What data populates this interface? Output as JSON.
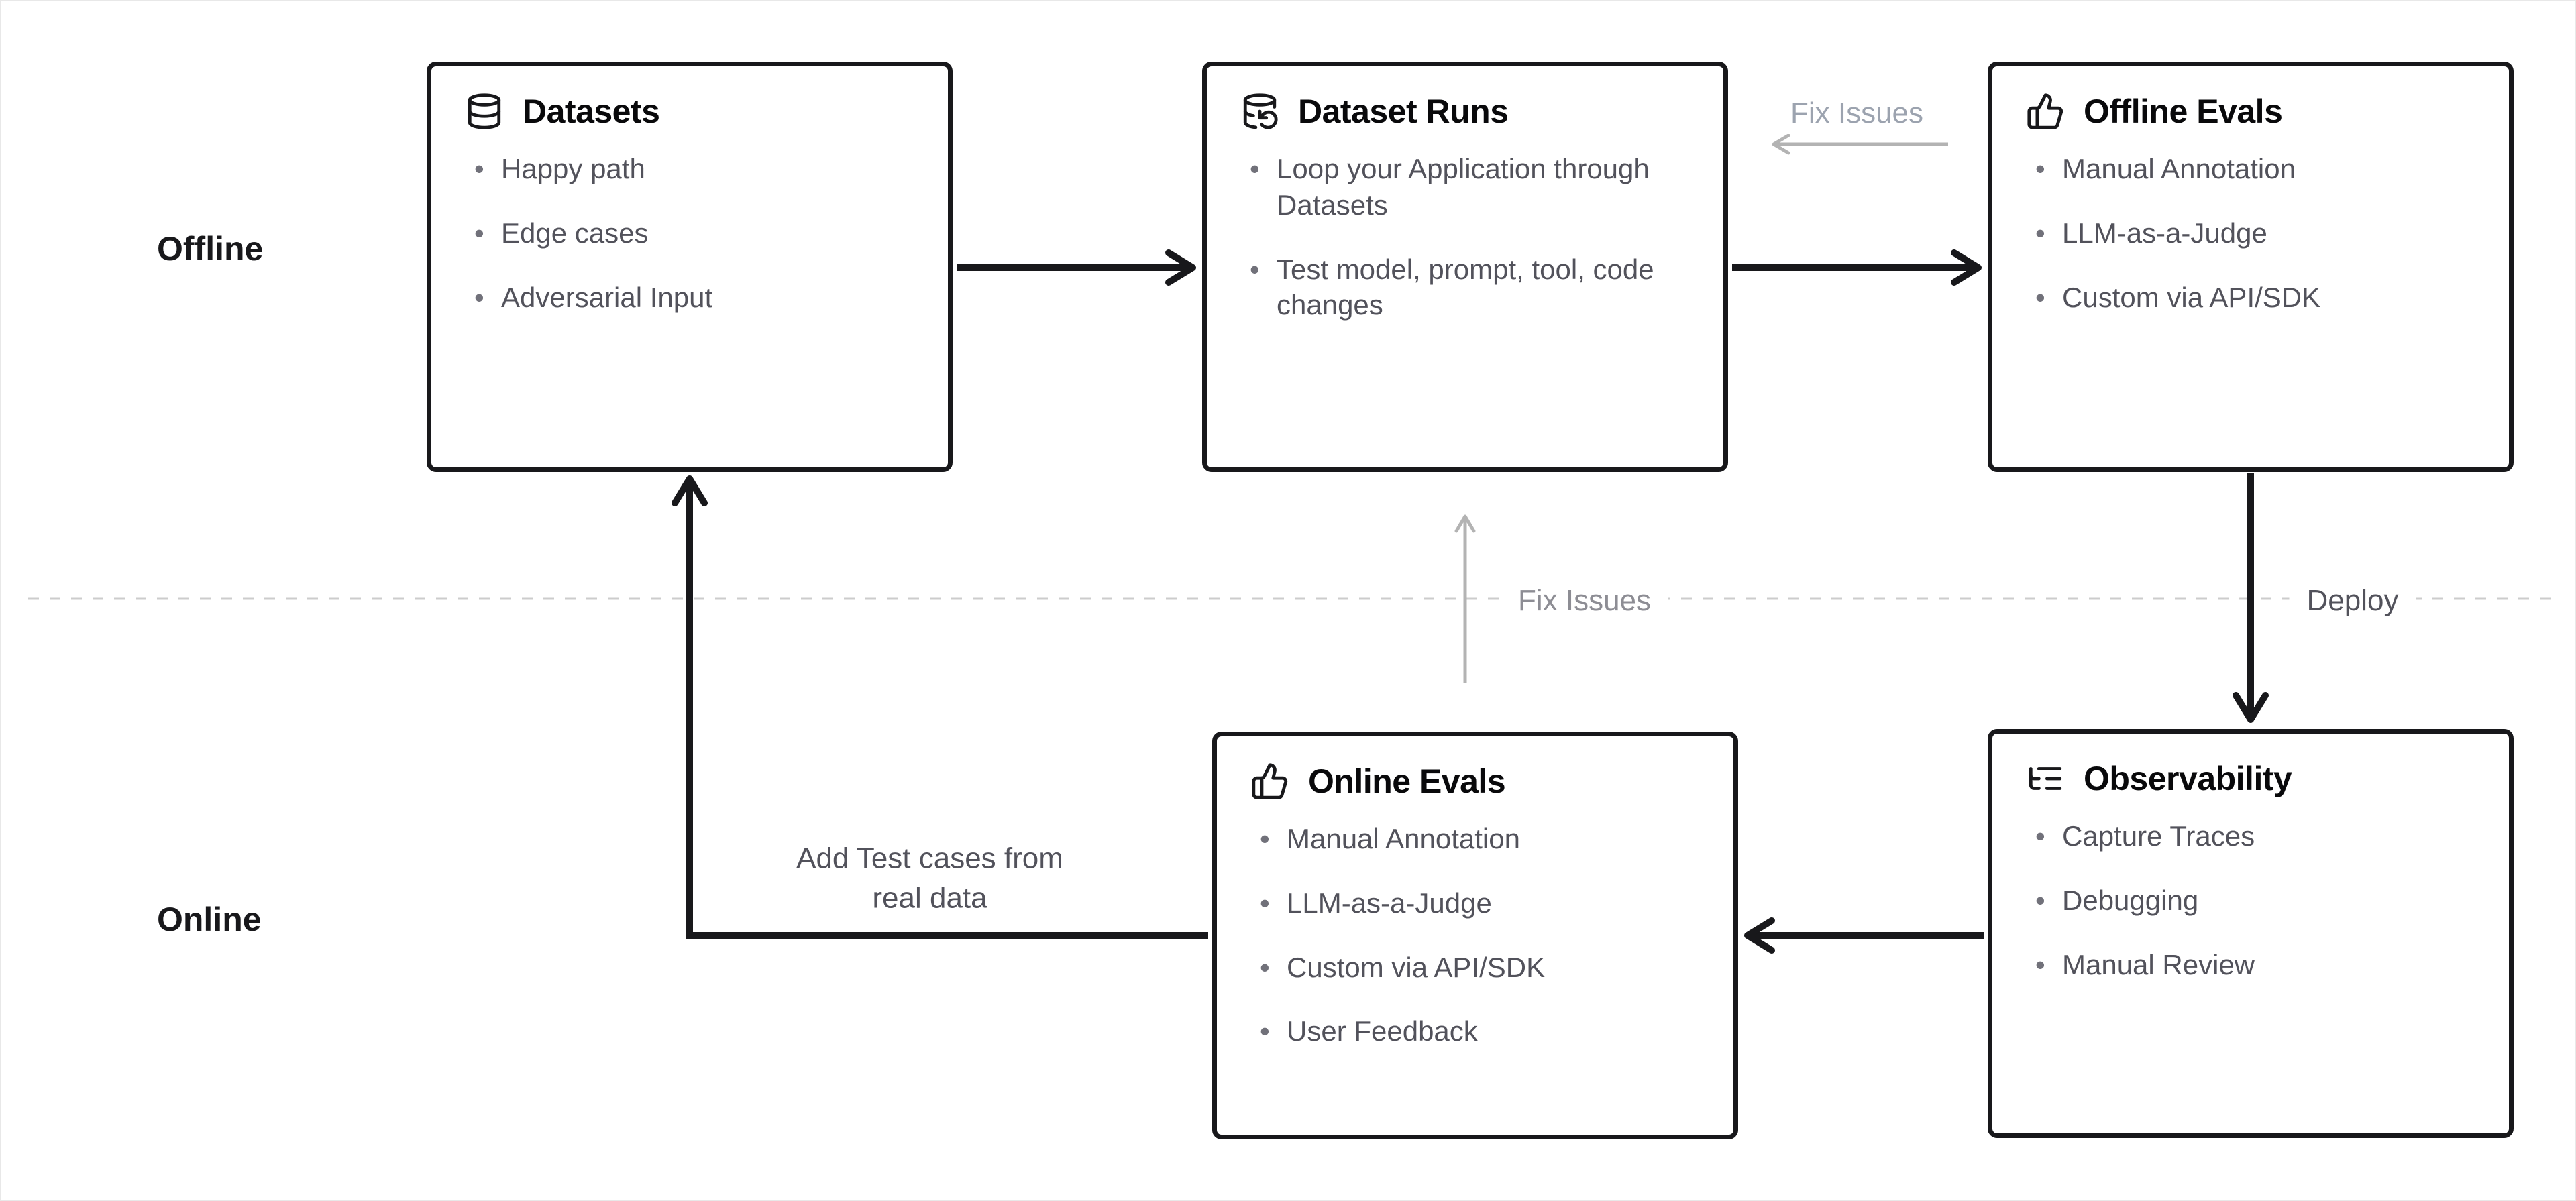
{
  "sections": {
    "offline": "Offline",
    "online": "Online"
  },
  "boxes": {
    "datasets": {
      "title": "Datasets",
      "icon": "database-icon",
      "items": [
        "Happy path",
        "Edge cases",
        "Adversarial Input"
      ]
    },
    "dataset_runs": {
      "title": "Dataset Runs",
      "icon": "database-backup-icon",
      "items": [
        "Loop your Application through Datasets",
        "Test model, prompt, tool, code changes"
      ]
    },
    "offline_evals": {
      "title": "Offline Evals",
      "icon": "thumbs-up-icon",
      "items": [
        "Manual Annotation",
        "LLM-as-a-Judge",
        "Custom via API/SDK"
      ]
    },
    "online_evals": {
      "title": "Online Evals",
      "icon": "thumbs-up-icon",
      "items": [
        "Manual Annotation",
        "LLM-as-a-Judge",
        "Custom via API/SDK",
        "User Feedback"
      ]
    },
    "observability": {
      "title": "Observability",
      "icon": "list-tree-icon",
      "items": [
        "Capture Traces",
        "Debugging",
        "Manual Review"
      ]
    }
  },
  "labels": {
    "fix_issues_top": "Fix Issues",
    "fix_issues_middle": "Fix Issues",
    "deploy": "Deploy",
    "add_test_cases": "Add Test cases from real data"
  },
  "colors": {
    "box_border": "#18181b",
    "arrow": "#18181b",
    "arrow_muted": "#b3b3b3",
    "divider": "#cccccc",
    "text_primary": "#09090b",
    "text_secondary": "#52525b",
    "text_muted": "#9ca3af",
    "background": "#ffffff"
  }
}
